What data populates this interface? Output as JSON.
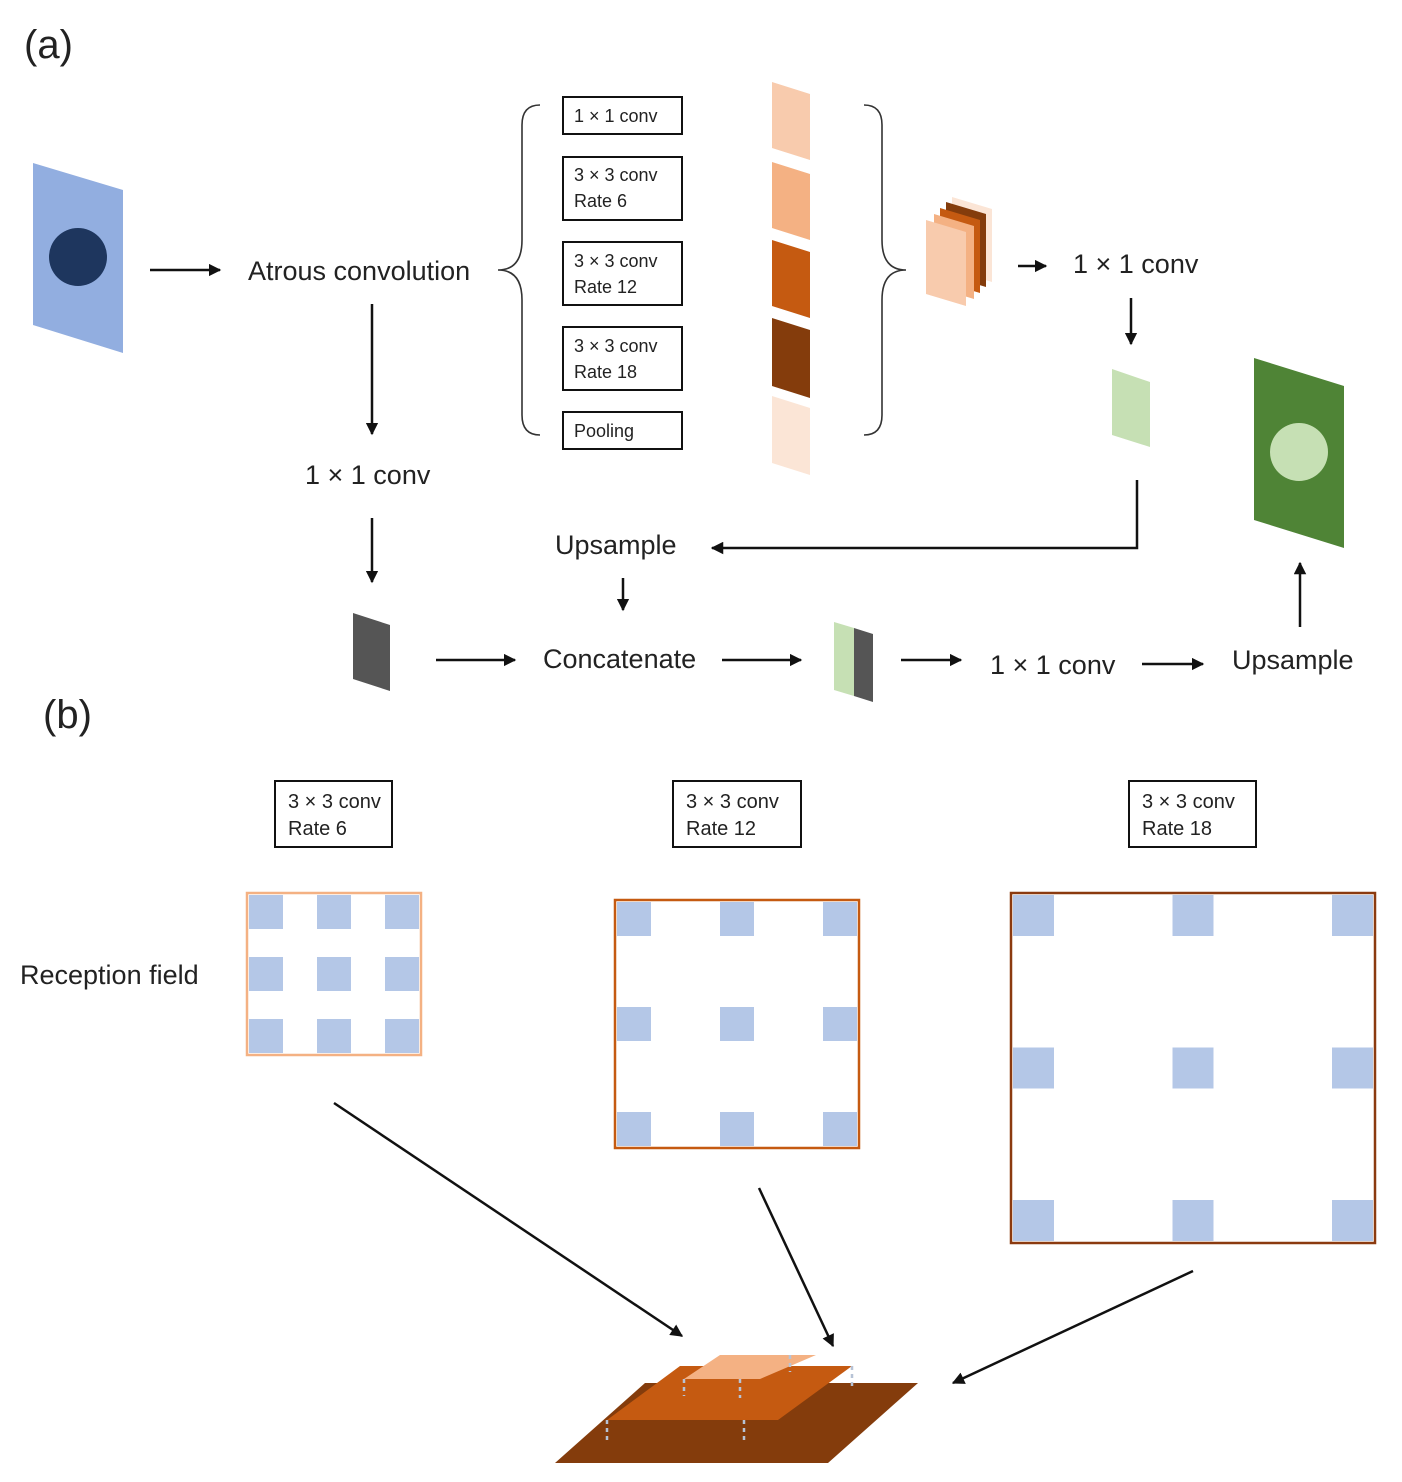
{
  "section_labels": {
    "a": "(a)",
    "b": "(b)"
  },
  "panel_a": {
    "atrous_label": "Atrous convolution",
    "branches": [
      {
        "line1": "1 × 1 conv",
        "line2": ""
      },
      {
        "line1": "3 × 3 conv",
        "line2": "Rate 6"
      },
      {
        "line1": "3 × 3 conv",
        "line2": "Rate 12"
      },
      {
        "line1": "3 × 3 conv",
        "line2": "Rate 18"
      },
      {
        "line1": "Pooling",
        "line2": ""
      }
    ],
    "conv_after_stack": "1 × 1 conv",
    "conv_low_level": "1 × 1 conv",
    "upsample_top": "Upsample",
    "concatenate": "Concatenate",
    "conv_final": "1 × 1 conv",
    "upsample_final": "Upsample"
  },
  "panel_b": {
    "reception_label": "Reception field",
    "fields": [
      {
        "line1": "3 × 3 conv",
        "line2": "Rate 6"
      },
      {
        "line1": "3 × 3 conv",
        "line2": "Rate 12"
      },
      {
        "line1": "3 × 3 conv",
        "line2": "Rate 18"
      }
    ]
  },
  "colors": {
    "input_map": "#92aee0",
    "input_blob": "#1e365e",
    "output_map": "#4f8436",
    "output_blob": "#c6e0b4",
    "branch_1x1": "#f8cbad",
    "branch_rate6": "#f4b183",
    "branch_rate12": "#c55a11",
    "branch_rate18": "#843c0c",
    "branch_pool": "#fbe5d6",
    "aspp_out": "#c6e0b4",
    "low_level": "#555555",
    "kernel_cell": "#b4c7e7"
  }
}
